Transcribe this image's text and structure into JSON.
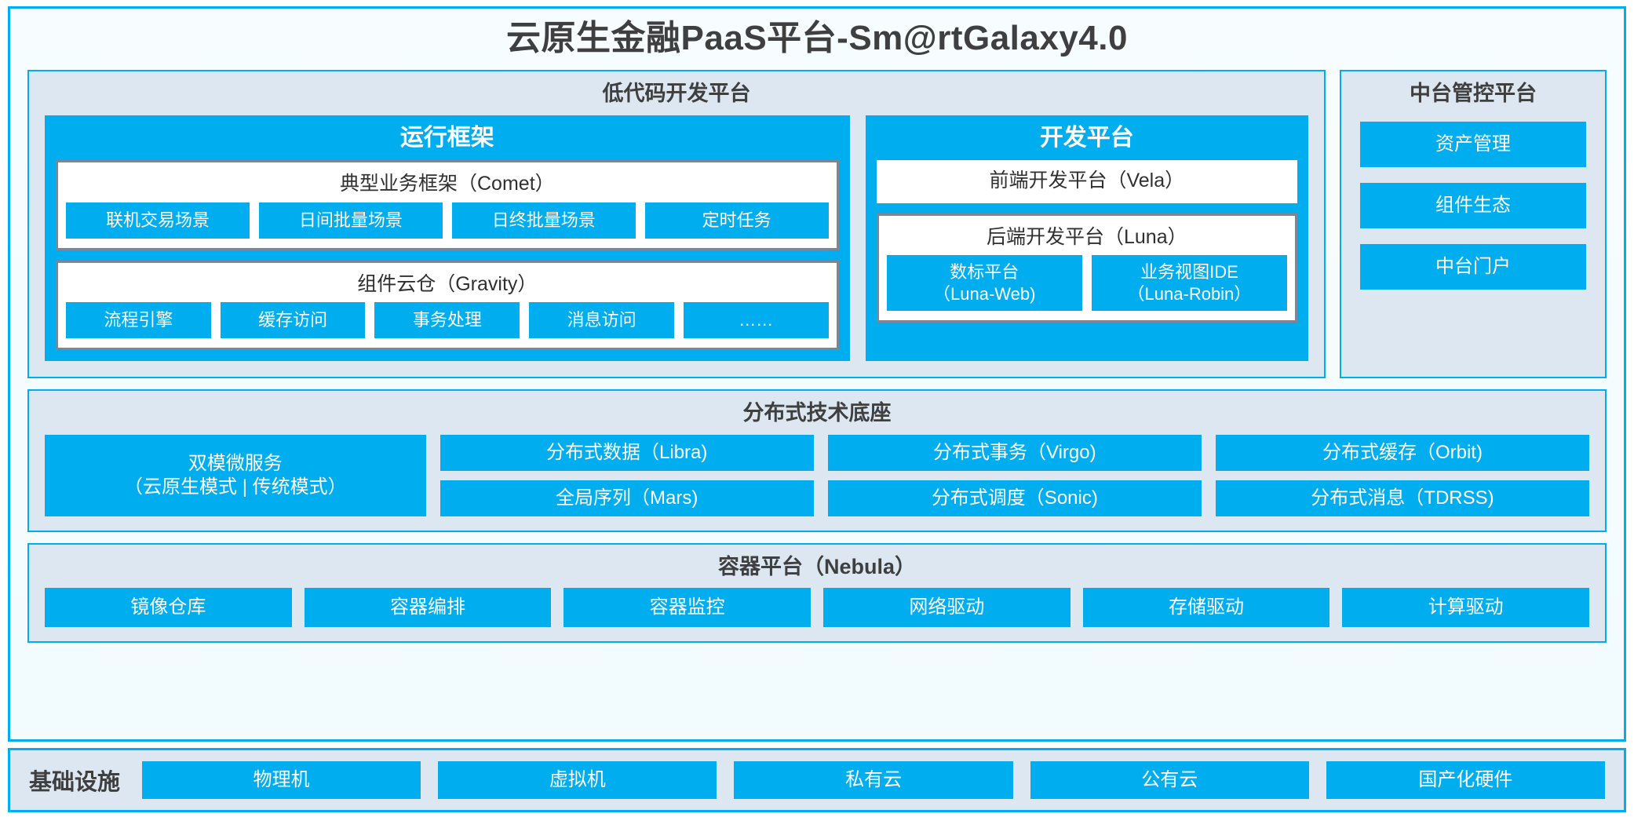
{
  "title": "云原生金融PaaS平台-Sm@rtGalaxy4.0",
  "lowcode": {
    "title": "低代码开发平台",
    "runtime": {
      "title": "运行框架",
      "comet": {
        "title": "典型业务框架（Comet）",
        "items": [
          "联机交易场景",
          "日间批量场景",
          "日终批量场景",
          "定时任务"
        ]
      },
      "gravity": {
        "title": "组件云仓（Gravity）",
        "items": [
          "流程引擎",
          "缓存访问",
          "事务处理",
          "消息访问",
          "……"
        ]
      }
    },
    "devplatform": {
      "title": "开发平台",
      "frontend": "前端开发平台（Vela）",
      "backend": {
        "title": "后端开发平台（Luna）",
        "items": [
          "数标平台\n（Luna-Web)",
          "业务视图IDE\n（Luna-Robin）"
        ]
      }
    }
  },
  "management": {
    "title": "中台管控平台",
    "items": [
      "资产管理",
      "组件生态",
      "中台门户"
    ]
  },
  "distributed": {
    "title": "分布式技术底座",
    "wide": "双模微服务\n（云原生模式 | 传统模式）",
    "col1": [
      "分布式数据（Libra)",
      "全局序列（Mars)"
    ],
    "col2": [
      "分布式事务（Virgo)",
      "分布式调度（Sonic)"
    ],
    "col3": [
      "分布式缓存（Orbit)",
      "分布式消息（TDRSS)"
    ]
  },
  "container": {
    "title": "容器平台（Nebula）",
    "items": [
      "镜像仓库",
      "容器编排",
      "容器监控",
      "网络驱动",
      "存储驱动",
      "计算驱动"
    ]
  },
  "infrastructure": {
    "label": "基础设施",
    "items": [
      "物理机",
      "虚拟机",
      "私有云",
      "公有云",
      "国产化硬件"
    ]
  },
  "colors": {
    "accent": "#00AEEF",
    "panel_bg": "#dde7f2",
    "card_border": "#7f8692",
    "text_dark": "#3f3f3f"
  }
}
